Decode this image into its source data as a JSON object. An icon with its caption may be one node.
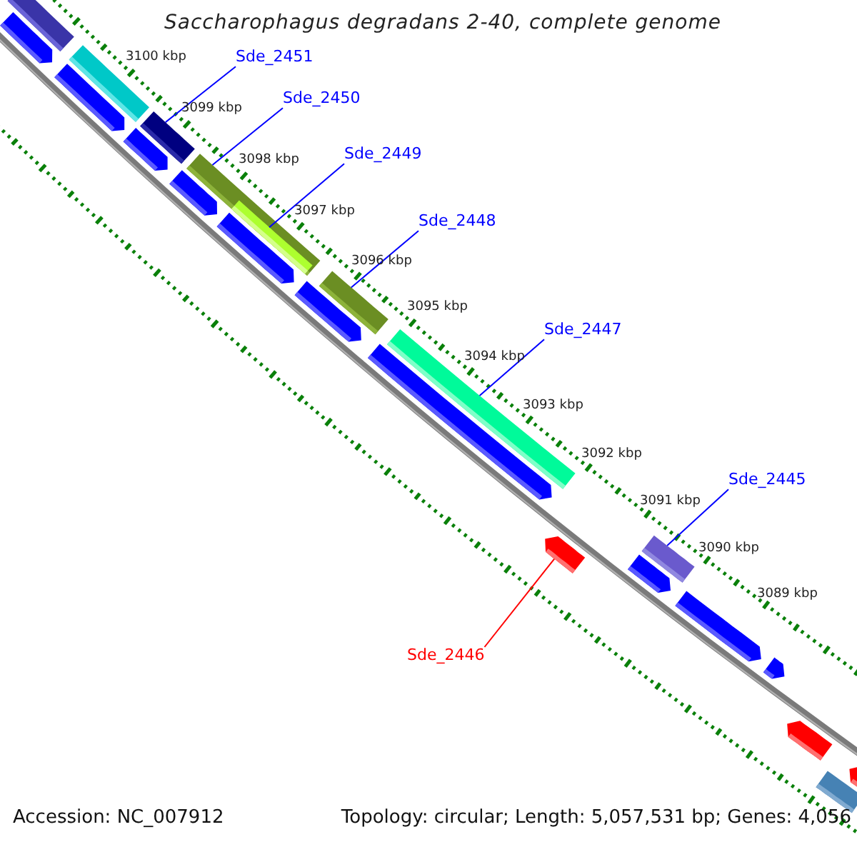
{
  "diagram": {
    "title": "Saccharophagus degradans 2-40, complete genome",
    "nodes": [
      {
        "text": [
          "Sde_2451"
        ]
      },
      {
        "text": [
          "Sde_2450"
        ]
      },
      {
        "text": [
          "Sde_2449"
        ]
      },
      {
        "text": [
          "Sde_2448"
        ]
      },
      {
        "text": [
          "Sde_2447"
        ]
      },
      {
        "text": [
          "Sde_2445"
        ]
      },
      {
        "text": [
          "Sde_2446"
        ]
      },
      {
        "text": [],
        "shape": "bar"
      },
      {
        "text": [],
        "shape": "bar"
      },
      {
        "text": [],
        "shape": "bar"
      },
      {
        "text": [],
        "shape": "bar"
      },
      {
        "text": [],
        "shape": "bar"
      },
      {
        "text": [],
        "shape": "bar"
      },
      {
        "text": [],
        "shape": "bar"
      },
      {
        "text": [],
        "shape": "bar"
      },
      {
        "text": [],
        "shape": "bar"
      },
      {
        "text": [],
        "shape": "bar",
        "in": 14
      },
      {
        "text": [],
        "shape": "bar"
      },
      {
        "text": [],
        "shape": "bar"
      },
      {
        "text": [],
        "shape": "bar"
      },
      {
        "text": [],
        "shape": "bar"
      },
      {
        "text": [],
        "shape": "bar"
      },
      {
        "text": [],
        "shape": "bar"
      },
      {
        "text": [],
        "shape": "bar"
      },
      {
        "text": [],
        "shape": "bar"
      },
      {
        "text": [],
        "shape": "bar"
      },
      {
        "text": [],
        "shape": "bar"
      },
      {
        "text": [],
        "shape": "bar"
      },
      {
        "text": [],
        "shape": "bar"
      }
    ],
    "edges": [
      {
        "from": 0,
        "to": 12,
        "arrow": "none"
      },
      {
        "from": 1,
        "to": 14,
        "arrow": "none"
      },
      {
        "from": 2,
        "to": 16,
        "arrow": "none"
      },
      {
        "from": 3,
        "to": 18,
        "arrow": "none"
      },
      {
        "from": 4,
        "to": 20,
        "arrow": "none"
      },
      {
        "from": 5,
        "to": 23,
        "arrow": "none"
      },
      {
        "from": 6,
        "to": 21,
        "arrow": "none",
        "color": "#ff0000"
      }
    ],
    "labels": [
      "3100 kbp",
      "3099 kbp",
      "3098 kbp",
      "3097 kbp",
      "3096 kbp",
      "3095 kbp",
      "3094 kbp",
      "3093 kbp",
      "3092 kbp",
      "3091 kbp",
      "3090 kbp",
      "3089 kbp",
      "Accession: NC_007912",
      "Topology: circular; Length: 5,057,531 bp; Genes: 4,056"
    ]
  }
}
